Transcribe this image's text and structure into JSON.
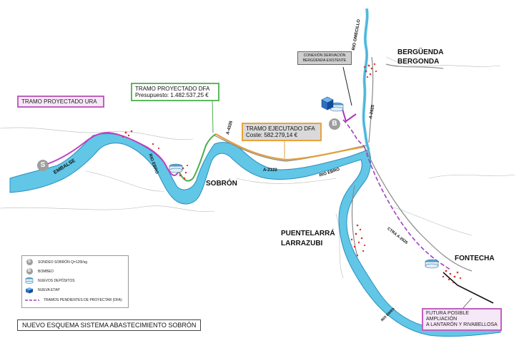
{
  "boxes": {
    "ura": "TRAMO PROYECTADO URA",
    "dfa_line1": "TRAMO PROYECTADO DFA",
    "dfa_line2": "Presupuesto: 1.482.537,25 €",
    "executed_line1": "TRAMO EJECUTADO DFA",
    "executed_line2": "Coste: 582.279,14 €",
    "connection_line1": "CONEXIÓN DERIVACIÓN",
    "connection_line2": "BERGÜENDA EXISTENTE",
    "future_line1": "FUTURA POSIBLE AMPLIACIÓN",
    "future_line2": "A LANTARÓN Y RIVABELLOSA"
  },
  "places": {
    "berguenda": "BERGÜENDA",
    "bergonda": "BERGONDA",
    "sobron": "SOBRÓN",
    "puentelarra": "PUENTELARRÁ",
    "larrazubi": "LARRAZUBI",
    "fontecha": "FONTECHA"
  },
  "features": {
    "embalse": "EMBALSE",
    "rio_ebro_1": "RIO EBRO",
    "rio_ebro_2": "RIO EBRO",
    "rio_ebro_3": "RIO EBRO",
    "rio_omecillo": "RIO OMECILLO",
    "road_a4326": "A-4326",
    "road_a2122": "A-2122",
    "road_a2625": "A-2625",
    "road_ctra": "CTRA A-2625"
  },
  "markers": {
    "s": "S",
    "b": "B"
  },
  "legend": {
    "items": [
      {
        "sym": "S",
        "text": "SONDEO SOBRÓN Q=120l/sg"
      },
      {
        "sym": "B",
        "text": "BOMBEO"
      },
      {
        "sym": "deposit",
        "text": "NUEVOS DEPÓSITOS"
      },
      {
        "sym": "etap",
        "text": "NUEVA ETAP"
      },
      {
        "sym": "dash",
        "text": "TRAMOS PENDIENTES DE PROYECTAR (DFA)"
      }
    ]
  },
  "title": "NUEVO ESQUEMA SISTEMA ABASTECIMIENTO SOBRÓN",
  "colors": {
    "river": "#62c6e6",
    "river_edge": "#2b8fc0",
    "ura_pipe": "#c040c0",
    "dfa_pipe": "#4caf50",
    "executed_pipe": "#e0a040",
    "pending": "#c040c0",
    "town": "#d8342c"
  }
}
